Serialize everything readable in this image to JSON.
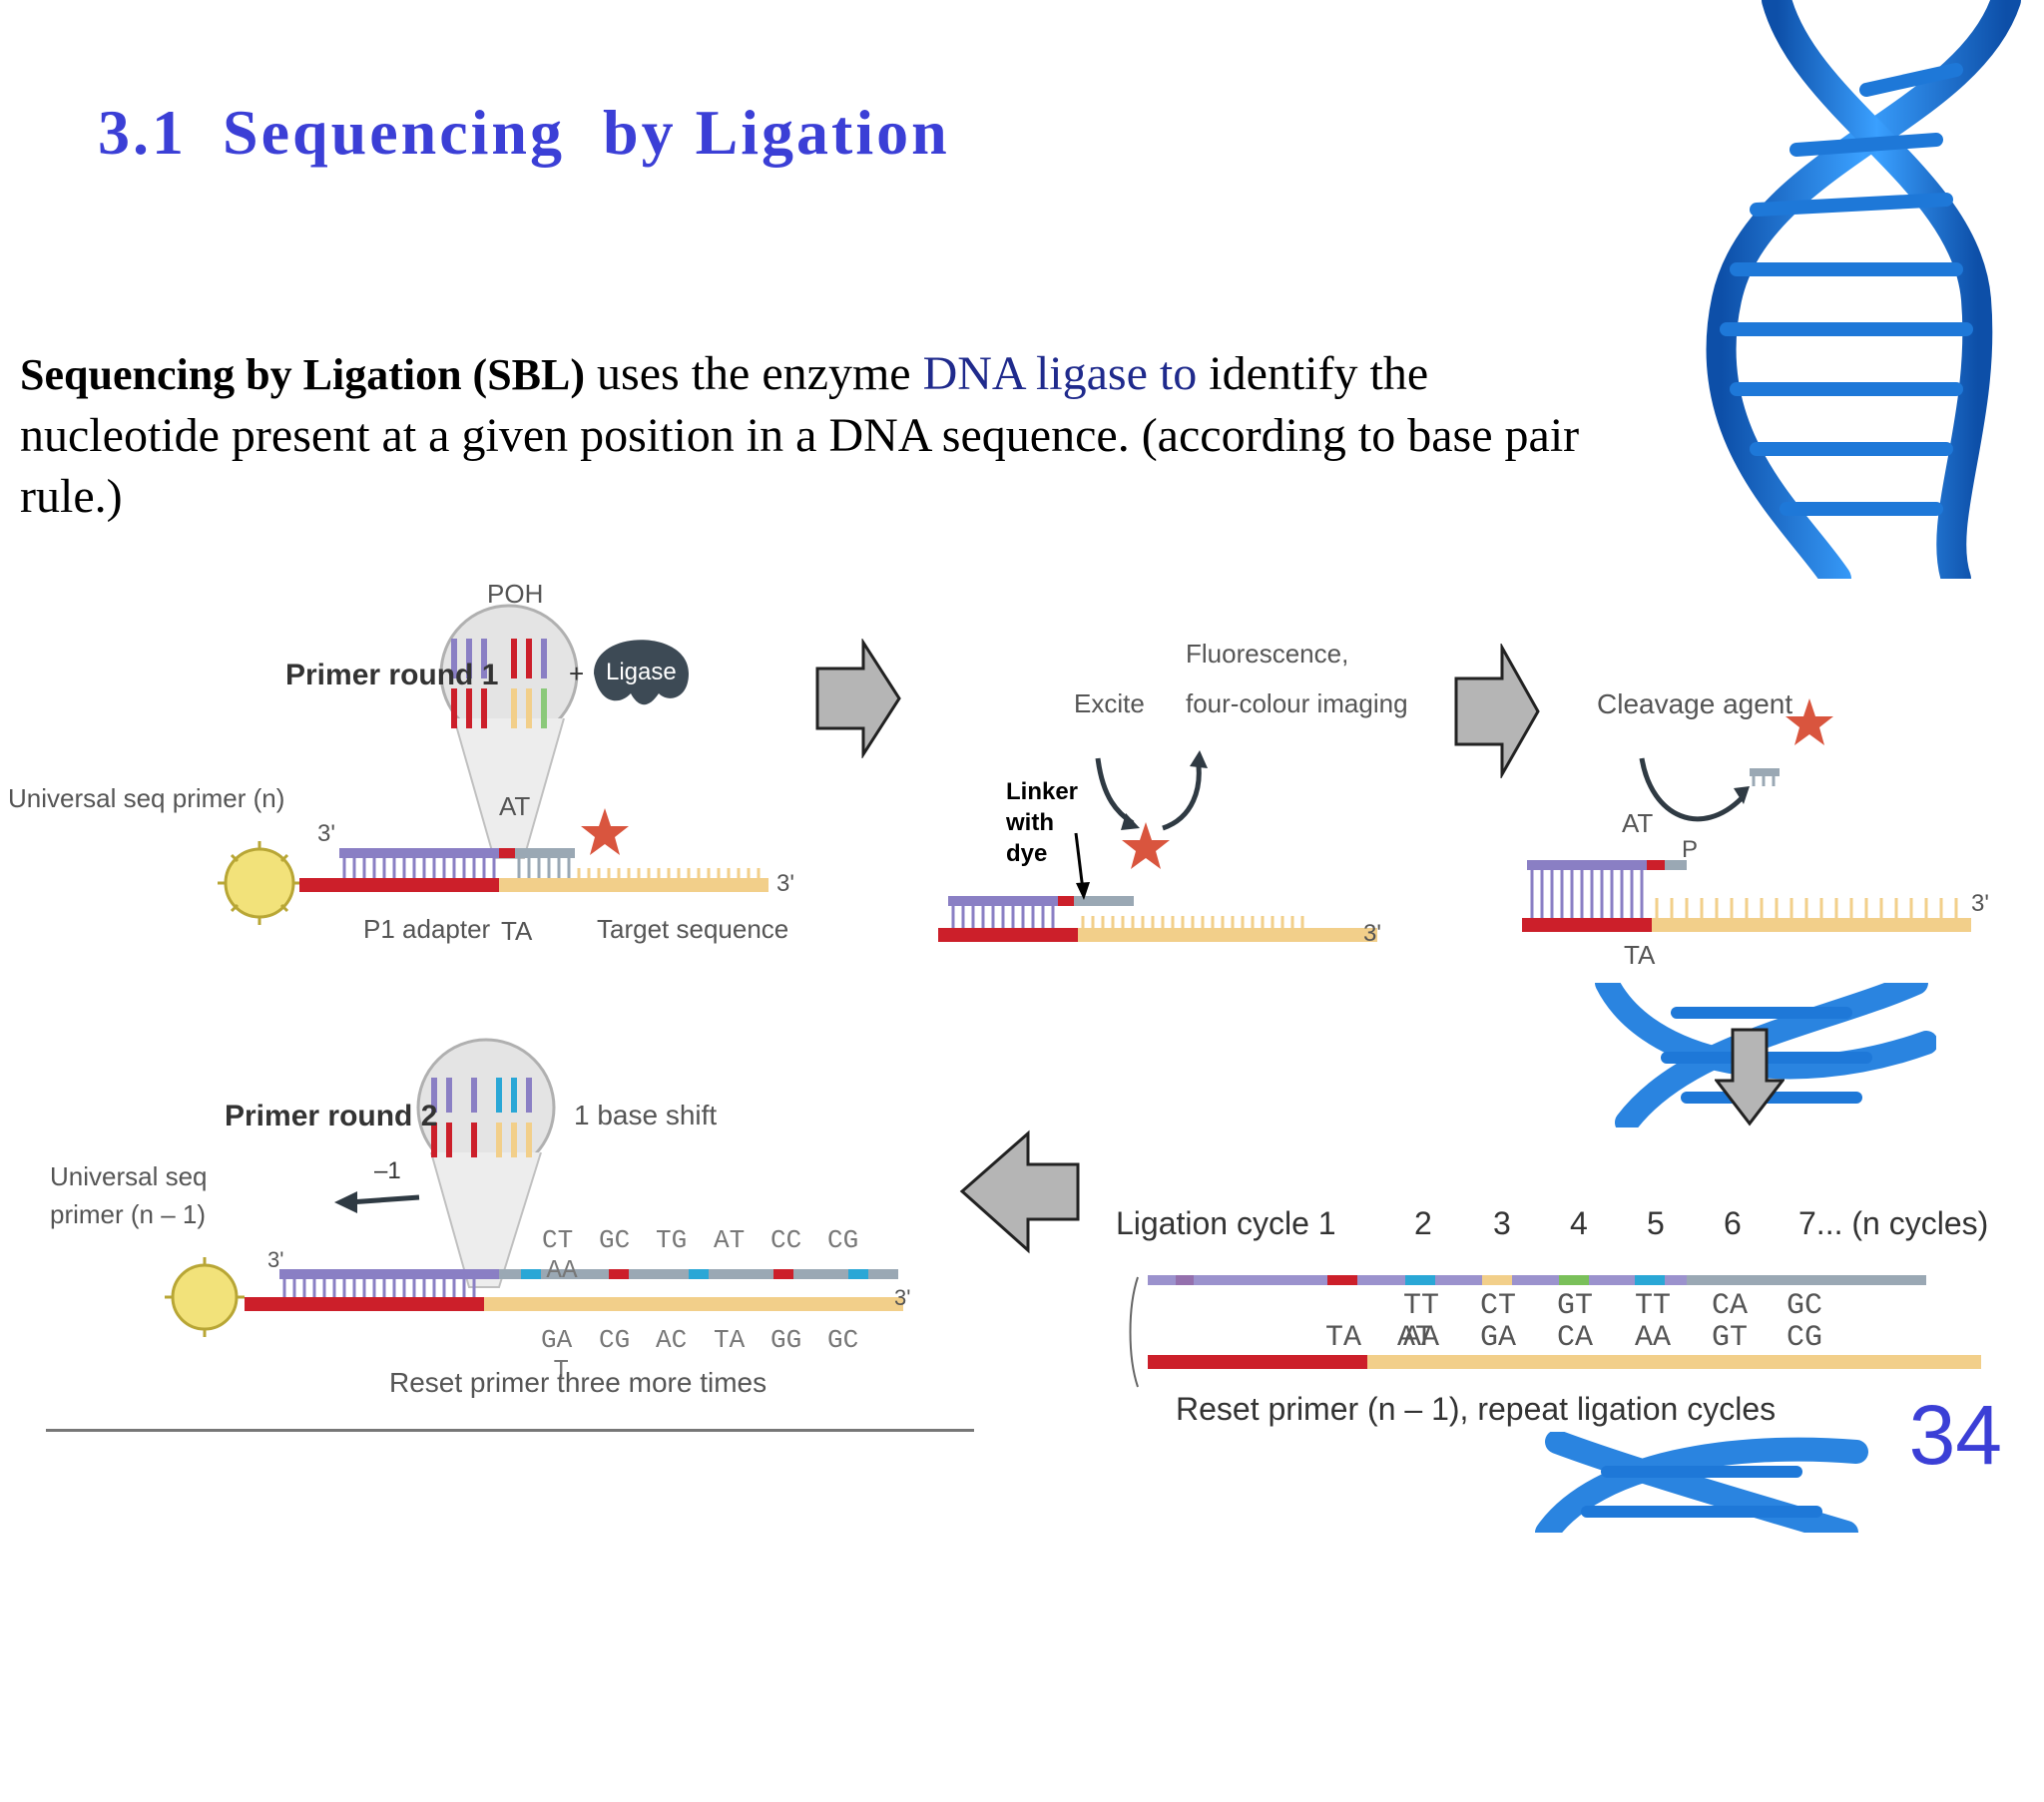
{
  "slide": {
    "title_number": "3.1",
    "title_text": "Sequencing  by Ligation",
    "intro": {
      "bold": "Sequencing by Ligation (SBL)",
      "part1": " uses the enzyme ",
      "highlight": "DNA ligase to",
      "part2": " identify the nucleotide present at a given position in a DNA sequence. (according to base pair rule.)"
    },
    "page_number": "34"
  },
  "panel1": {
    "primer_round": "Primer round 1",
    "poh": "POH",
    "plus": "+",
    "ligase": "Ligase",
    "universal_primer": "Universal seq primer (n)",
    "at": "AT",
    "ta": "TA",
    "three_prime_left": "3'",
    "three_prime_right": "3'",
    "p1_adapter": "P1 adapter",
    "target_sequence": "Target sequence"
  },
  "panel2": {
    "fluorescence_line1": "Fluorescence,",
    "fluorescence_line2": "four-colour imaging",
    "excite": "Excite",
    "linker_line1": "Linker",
    "linker_line2": "with",
    "linker_line3": "dye",
    "three_prime": "3'"
  },
  "panel3": {
    "cleavage_agent": "Cleavage agent",
    "at": "AT",
    "p": "P",
    "ta": "TA",
    "three_prime": "3'"
  },
  "panel4": {
    "ligation_cycle": "Ligation cycle 1",
    "cycles": [
      "2",
      "3",
      "4",
      "5",
      "6"
    ],
    "last_cycle": "7... (n cycles)",
    "top_pairs": [
      "AT",
      "TT",
      "CT",
      "GT",
      "TT",
      "CA",
      "GC"
    ],
    "bottom_pairs": [
      "TA",
      "AA",
      "GA",
      "CA",
      "AA",
      "GT",
      "CG"
    ],
    "reset": "Reset primer (n – 1), repeat ligation cycles"
  },
  "panel5": {
    "primer_round": "Primer round 2",
    "base_shift": "1 base shift",
    "minus_one": "–1",
    "universal_line1": "Universal seq",
    "universal_line2": "primer (n – 1)",
    "top_pairs": [
      "AA",
      "CT",
      "GC",
      "TG",
      "AT",
      "CC",
      "CG"
    ],
    "bottom_pairs": [
      "T",
      "GA",
      "CG",
      "AC",
      "TA",
      "GG",
      "GC"
    ],
    "three_prime_left": "3'",
    "three_prime_right": "3'",
    "reset": "Reset primer three more times"
  },
  "colors": {
    "title": "#3b3fd6",
    "primer": "#8a7fc4",
    "adapter": "#cc1f2a",
    "target": "#f2cf8a",
    "dna_blue": "#1e78d8",
    "arrow_gray": "#b5b5b5"
  }
}
